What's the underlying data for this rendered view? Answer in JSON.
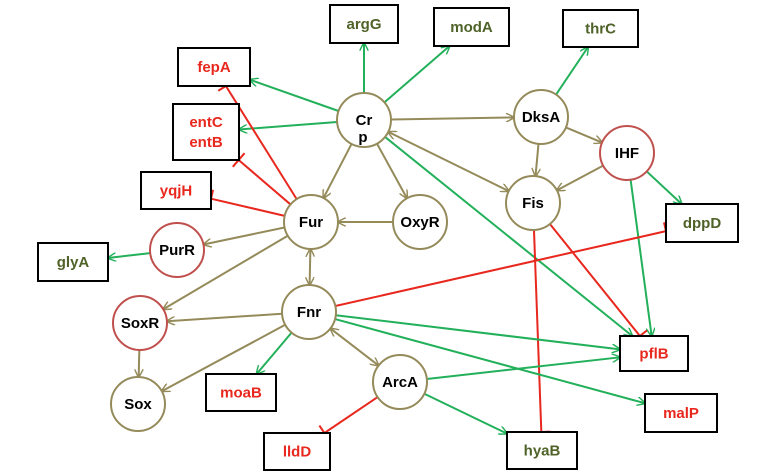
{
  "colors": {
    "activation": "#22b05a",
    "regulation": "#948a5a",
    "repression": "#e8281e",
    "regulator_node_border": "#948a5a",
    "target_node_border": "#c0504d",
    "box_border": "#000000",
    "green_gene_text": "#4f6228",
    "red_gene_text": "#e8281e",
    "regulator_text": "#000000"
  },
  "nodes": {
    "Crp": {
      "label": "Cr",
      "sublabel": "p",
      "kind": "regulator"
    },
    "DksA": {
      "label": "DksA",
      "kind": "regulator"
    },
    "IHF": {
      "label": "IHF",
      "kind": "target_regulator"
    },
    "Fis": {
      "label": "Fis",
      "kind": "regulator"
    },
    "Fur": {
      "label": "Fur",
      "kind": "regulator"
    },
    "OxyR": {
      "label": "OxyR",
      "kind": "regulator"
    },
    "PurR": {
      "label": "PurR",
      "kind": "target_regulator"
    },
    "Fnr": {
      "label": "Fnr",
      "kind": "regulator"
    },
    "SoxR": {
      "label": "SoxR",
      "kind": "target_regulator"
    },
    "Sox": {
      "label": "Sox",
      "kind": "regulator"
    },
    "ArcA": {
      "label": "ArcA",
      "kind": "regulator"
    },
    "argG": {
      "label": "argG",
      "kind": "gene_up"
    },
    "modA": {
      "label": "modA",
      "kind": "gene_up"
    },
    "thrC": {
      "label": "thrC",
      "kind": "gene_up"
    },
    "fepA": {
      "label": "fepA",
      "kind": "gene_down"
    },
    "entCB": {
      "label": "entC",
      "label2": "entB",
      "kind": "gene_down"
    },
    "yqjH": {
      "label": "yqjH",
      "kind": "gene_down"
    },
    "glyA": {
      "label": "glyA",
      "kind": "gene_up"
    },
    "dppD": {
      "label": "dppD",
      "kind": "gene_up"
    },
    "pflB": {
      "label": "pflB",
      "kind": "gene_down"
    },
    "moaB": {
      "label": "moaB",
      "kind": "gene_down"
    },
    "malP": {
      "label": "malP",
      "kind": "gene_down"
    },
    "lldD": {
      "label": "lldD",
      "kind": "gene_down"
    },
    "hyaB": {
      "label": "hyaB",
      "kind": "gene_up"
    }
  },
  "edges": [
    {
      "from": "Crp",
      "to": "argG",
      "type": "activation"
    },
    {
      "from": "Crp",
      "to": "modA",
      "type": "activation"
    },
    {
      "from": "Crp",
      "to": "fepA",
      "type": "activation"
    },
    {
      "from": "Crp",
      "to": "entCB",
      "type": "activation"
    },
    {
      "from": "Crp",
      "to": "DksA",
      "type": "regulation"
    },
    {
      "from": "Crp",
      "to": "Fis",
      "type": "regulation"
    },
    {
      "from": "Crp",
      "to": "Fur",
      "type": "regulation"
    },
    {
      "from": "Crp",
      "to": "OxyR",
      "type": "regulation"
    },
    {
      "from": "Crp",
      "to": "pflB",
      "type": "activation"
    },
    {
      "from": "DksA",
      "to": "thrC",
      "type": "activation"
    },
    {
      "from": "DksA",
      "to": "Fis",
      "type": "regulation"
    },
    {
      "from": "DksA",
      "to": "IHF",
      "type": "regulation"
    },
    {
      "from": "IHF",
      "to": "Fis",
      "type": "regulation"
    },
    {
      "from": "IHF",
      "to": "dppD",
      "type": "activation"
    },
    {
      "from": "IHF",
      "to": "pflB",
      "type": "activation"
    },
    {
      "from": "Fis",
      "to": "Crp",
      "type": "regulation"
    },
    {
      "from": "Fis",
      "to": "pflB",
      "type": "repression"
    },
    {
      "from": "Fis",
      "to": "hyaB",
      "type": "repression"
    },
    {
      "from": "OxyR",
      "to": "Fur",
      "type": "regulation"
    },
    {
      "from": "Fur",
      "to": "fepA",
      "type": "repression"
    },
    {
      "from": "Fur",
      "to": "entCB",
      "type": "repression"
    },
    {
      "from": "Fur",
      "to": "yqjH",
      "type": "repression"
    },
    {
      "from": "Fur",
      "to": "PurR",
      "type": "regulation"
    },
    {
      "from": "Fur",
      "to": "Fnr",
      "type": "regulation"
    },
    {
      "from": "Fur",
      "to": "SoxR",
      "type": "regulation"
    },
    {
      "from": "PurR",
      "to": "glyA",
      "type": "activation"
    },
    {
      "from": "Fnr",
      "to": "Fur",
      "type": "regulation"
    },
    {
      "from": "Fnr",
      "to": "dppD",
      "type": "repression"
    },
    {
      "from": "Fnr",
      "to": "SoxR",
      "type": "regulation"
    },
    {
      "from": "Fnr",
      "to": "Sox",
      "type": "regulation"
    },
    {
      "from": "Fnr",
      "to": "moaB",
      "type": "activation"
    },
    {
      "from": "Fnr",
      "to": "ArcA",
      "type": "regulation"
    },
    {
      "from": "ArcA",
      "to": "Fnr",
      "type": "regulation"
    },
    {
      "from": "Fnr",
      "to": "pflB",
      "type": "activation"
    },
    {
      "from": "Fnr",
      "to": "malP",
      "type": "activation"
    },
    {
      "from": "SoxR",
      "to": "Sox",
      "type": "regulation"
    },
    {
      "from": "ArcA",
      "to": "pflB",
      "type": "activation"
    },
    {
      "from": "ArcA",
      "to": "lldD",
      "type": "repression"
    },
    {
      "from": "ArcA",
      "to": "hyaB",
      "type": "activation"
    }
  ]
}
